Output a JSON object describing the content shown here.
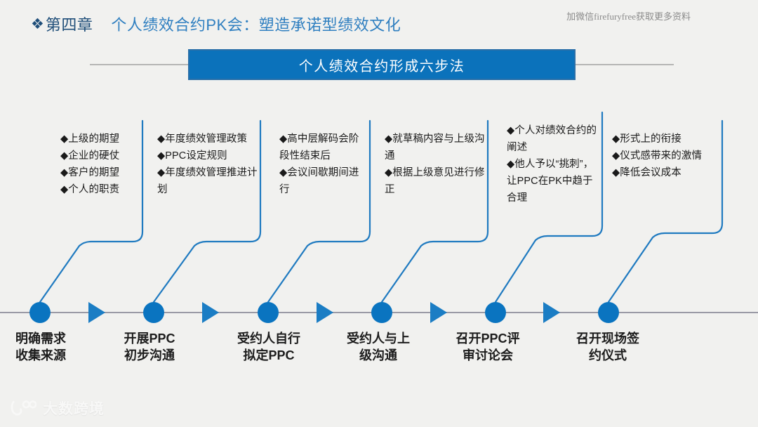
{
  "header": {
    "diamond_icon": "❖",
    "chapter": "第四章",
    "title": "个人绩效合约PK会：塑造承诺型绩效文化",
    "watermark": "加微信firefuryfree获取更多资料"
  },
  "banner": {
    "text": "个人绩效合约形成六步法",
    "bg_color": "#0b72bb",
    "text_color": "#ffffff"
  },
  "colors": {
    "node": "#0a74c0",
    "arrow": "#1b7dc4",
    "connector": "#1f7ac0",
    "timeline": "#9a9aa5",
    "header_chapter": "#1f4e79",
    "header_title": "#2f7fc0",
    "background": "#f1f1ef"
  },
  "steps": [
    {
      "index": 1,
      "label_line1": "明确需求",
      "label_line2": "收集来源",
      "bullets": [
        "◆上级的期望",
        "◆企业的硬仗",
        "◆客户的期望",
        "◆个人的职责"
      ]
    },
    {
      "index": 2,
      "label_line1": "开展PPC",
      "label_line2": "初步沟通",
      "bullets": [
        "◆年度绩效管理政策",
        "◆PPC设定规则",
        "◆年度绩效管理推进计划"
      ]
    },
    {
      "index": 3,
      "label_line1": "受约人自行",
      "label_line2": "拟定PPC",
      "bullets": [
        "◆高中层解码会阶段性结束后",
        "◆会议间歇期间进行"
      ]
    },
    {
      "index": 4,
      "label_line1": "受约人与上",
      "label_line2": "级沟通",
      "bullets": [
        "◆就草稿内容与上级沟通",
        "◆根据上级意见进行修正"
      ]
    },
    {
      "index": 5,
      "label_line1": "召开PPC评",
      "label_line2": "审讨论会",
      "bullets": [
        "◆个人对绩效合约的阐述",
        "◆他人予以“挑刺”，让PPC在PK中趋于合理"
      ]
    },
    {
      "index": 6,
      "label_line1": "召开现场签",
      "label_line2": "约仪式",
      "bullets": [
        "◆形式上的衔接",
        "◆仪式感带来的激情",
        "◆降低会议成本"
      ]
    }
  ],
  "footer": {
    "logo_text": "大数跨境"
  }
}
